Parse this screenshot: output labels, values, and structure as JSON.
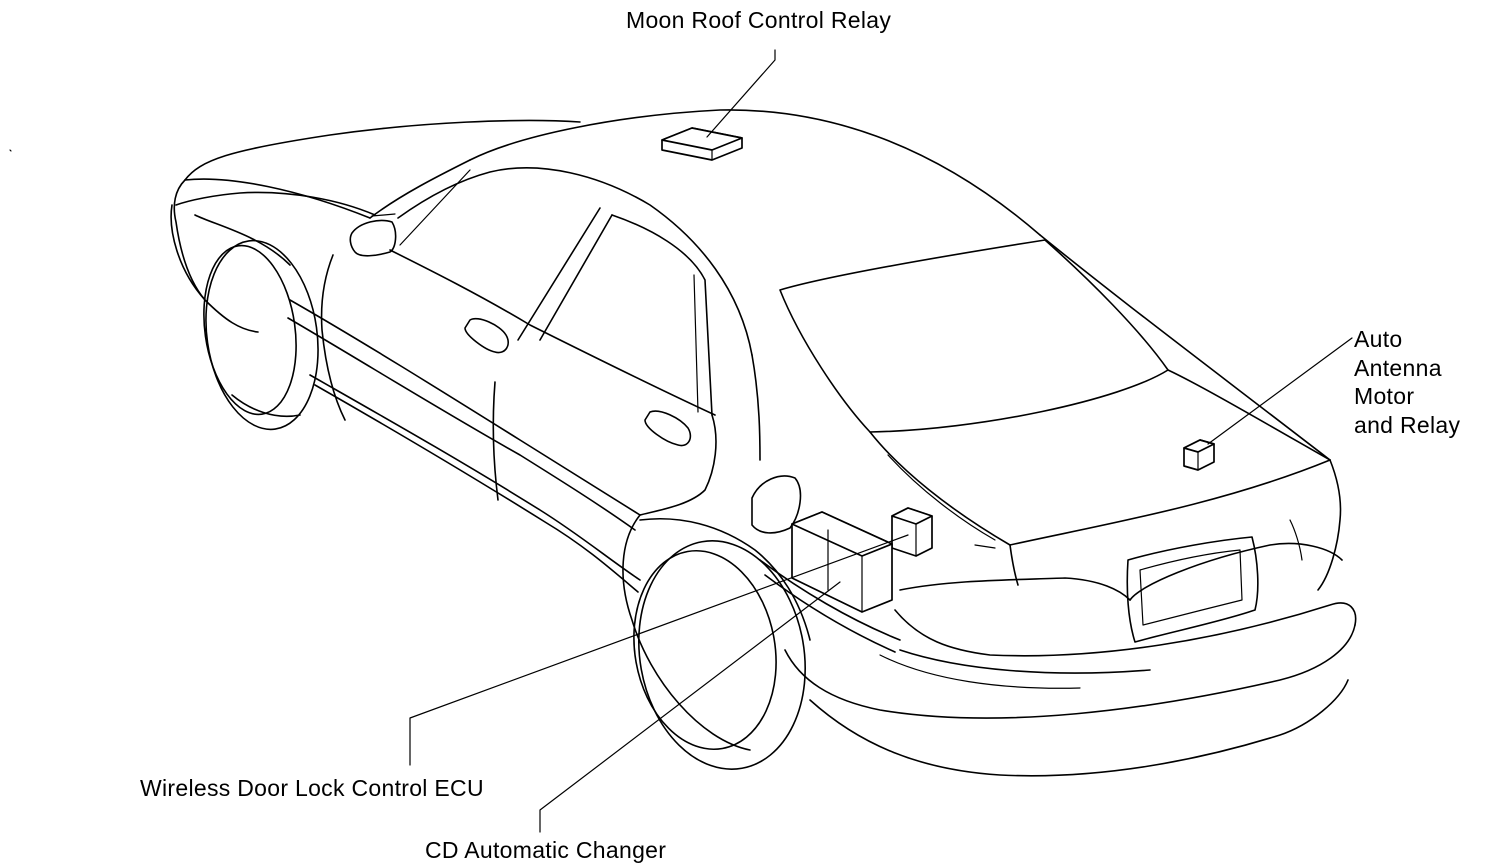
{
  "diagram": {
    "labels": {
      "moon_roof_relay": "Moon Roof Control Relay",
      "auto_antenna": [
        "Auto",
        "Antenna",
        "Motor",
        "and Relay"
      ],
      "wireless_door_lock_ecu": "Wireless Door Lock Control ECU",
      "cd_changer": "CD Automatic Changer"
    }
  }
}
